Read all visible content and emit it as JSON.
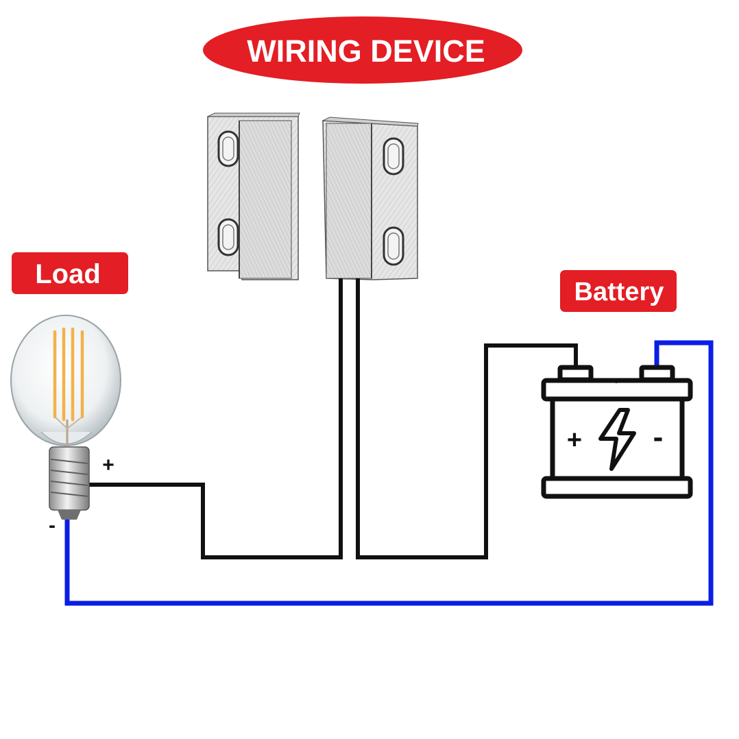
{
  "title": "WIRING DEVICE",
  "labels": {
    "load": "Load",
    "battery": "Battery"
  },
  "bulb_terminals": {
    "positive": "+",
    "negative": "-"
  },
  "battery_terminals": {
    "positive": "+",
    "negative": "-"
  },
  "components": {
    "switch": "magnetic-reed-switch",
    "load": "light-bulb",
    "source": "battery"
  },
  "colors": {
    "label_background": "#e31e24",
    "label_text": "#ffffff",
    "wire_black": "#111111",
    "wire_blue": "#0a1ee6",
    "battery_icon": "#111111"
  }
}
